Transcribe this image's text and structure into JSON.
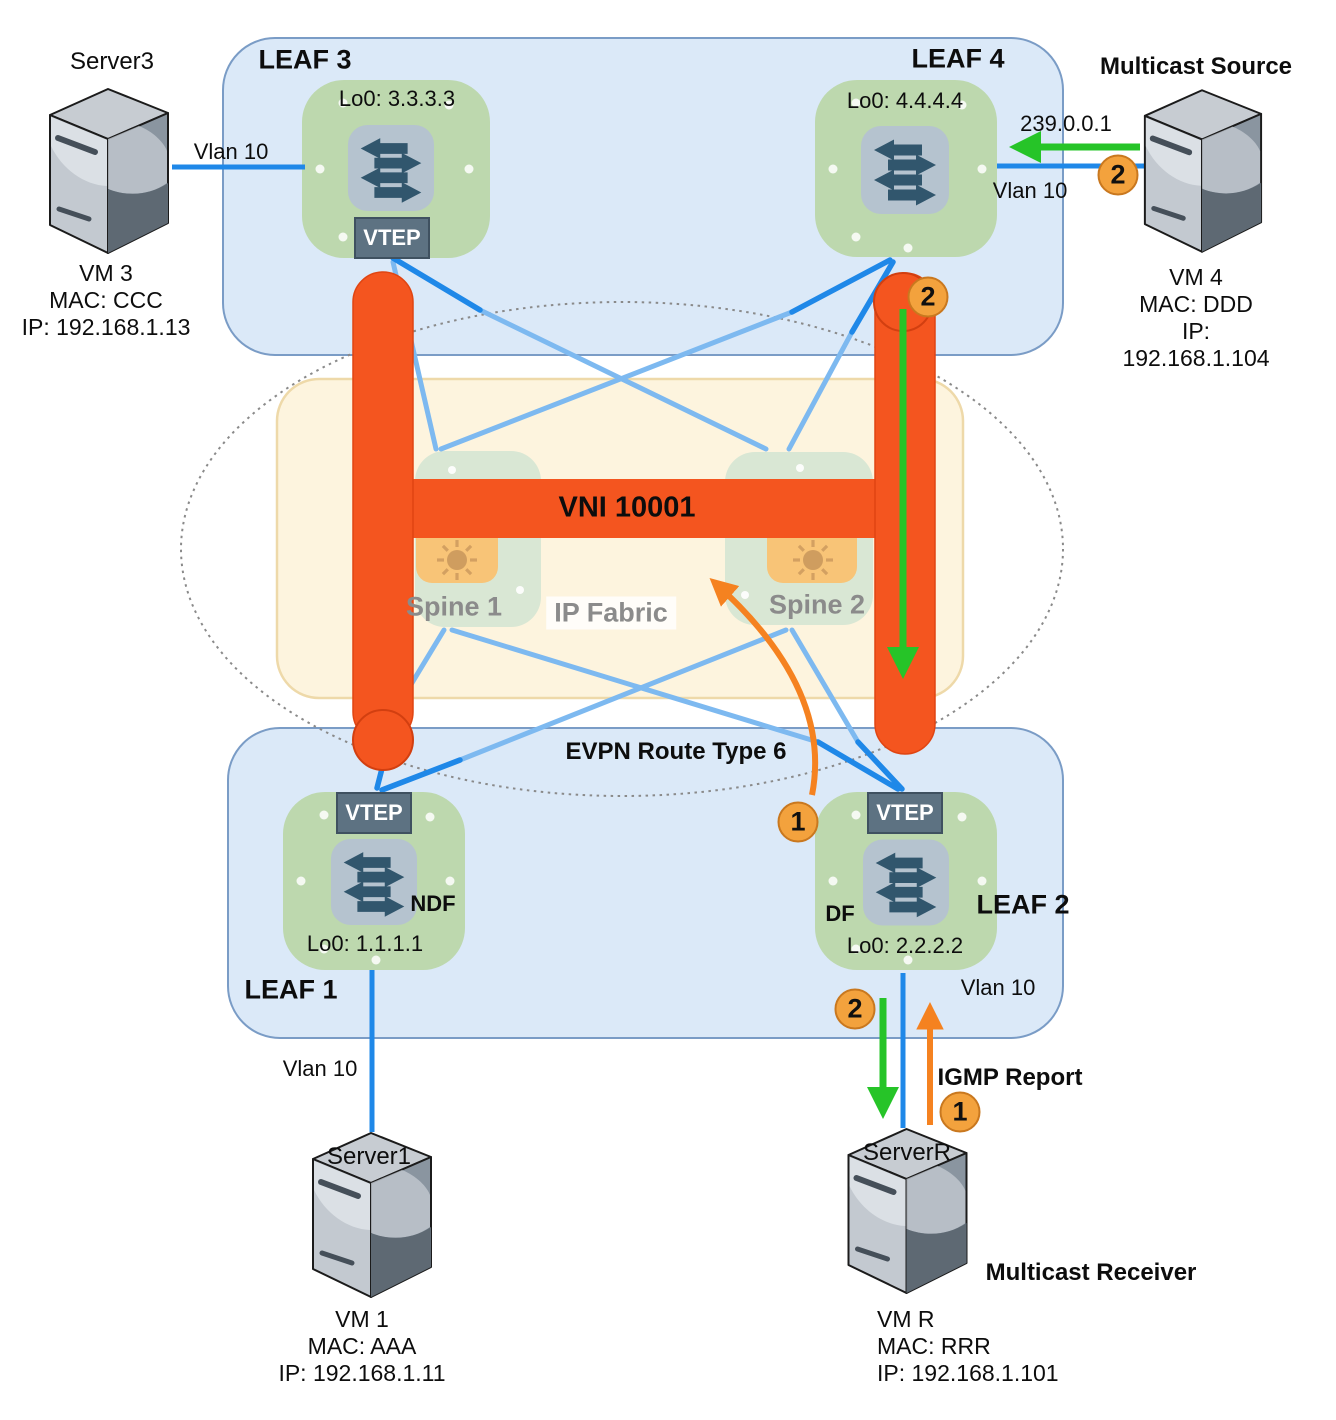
{
  "nodes": {
    "leaf3": {
      "title": "LEAF 3",
      "loopback": "Lo0: 3.3.3.3",
      "vtep_label": "VTEP"
    },
    "leaf4": {
      "title": "LEAF 4",
      "loopback": "Lo0: 4.4.4.4"
    },
    "leaf1": {
      "title": "LEAF 1",
      "loopback": "Lo0: 1.1.1.1",
      "vtep_label": "VTEP",
      "role": "NDF"
    },
    "leaf2": {
      "title": "LEAF 2",
      "loopback": "Lo0: 2.2.2.2",
      "vtep_label": "VTEP",
      "role": "DF"
    },
    "spine1": {
      "title": "Spine 1"
    },
    "spine2": {
      "title": "Spine 2"
    }
  },
  "fabric": {
    "label": "IP Fabric",
    "vni": "VNI 10001"
  },
  "servers": {
    "server3": {
      "name": "Server3",
      "vm": "VM 3",
      "mac": "MAC: CCC",
      "ip": "IP: 192.168.1.13"
    },
    "source": {
      "role": "Multicast Source",
      "vm": "VM 4",
      "mac": "MAC: DDD",
      "ip": "IP: 192.168.1.104"
    },
    "server1": {
      "name": "Server1",
      "vm": "VM 1",
      "mac": "MAC: AAA",
      "ip": "IP: 192.168.1.11"
    },
    "serverR": {
      "name": "ServerR",
      "role": "Multicast Receiver",
      "vm": "VM R",
      "mac": "MAC: RRR",
      "ip": "IP: 192.168.1.101"
    }
  },
  "annotations": {
    "vlan": "Vlan 10",
    "multicast_group": "239.0.0.1",
    "evpn_route": "EVPN Route Type 6",
    "igmp_report": "IGMP Report"
  },
  "steps": {
    "step1": "1",
    "step2": "2"
  },
  "colors": {
    "tunnel_orange": "#f4551f",
    "link_blue": "#1f88e8",
    "link_blue_light": "#7db9f0",
    "flow_green": "#26c428",
    "signal_orange": "#f58220",
    "badge_orange": "#f3a23d",
    "leaf_green": "#bdd8ae",
    "pod_blue": "#dbe9f8",
    "fabric_cream": "#fdf4de"
  }
}
